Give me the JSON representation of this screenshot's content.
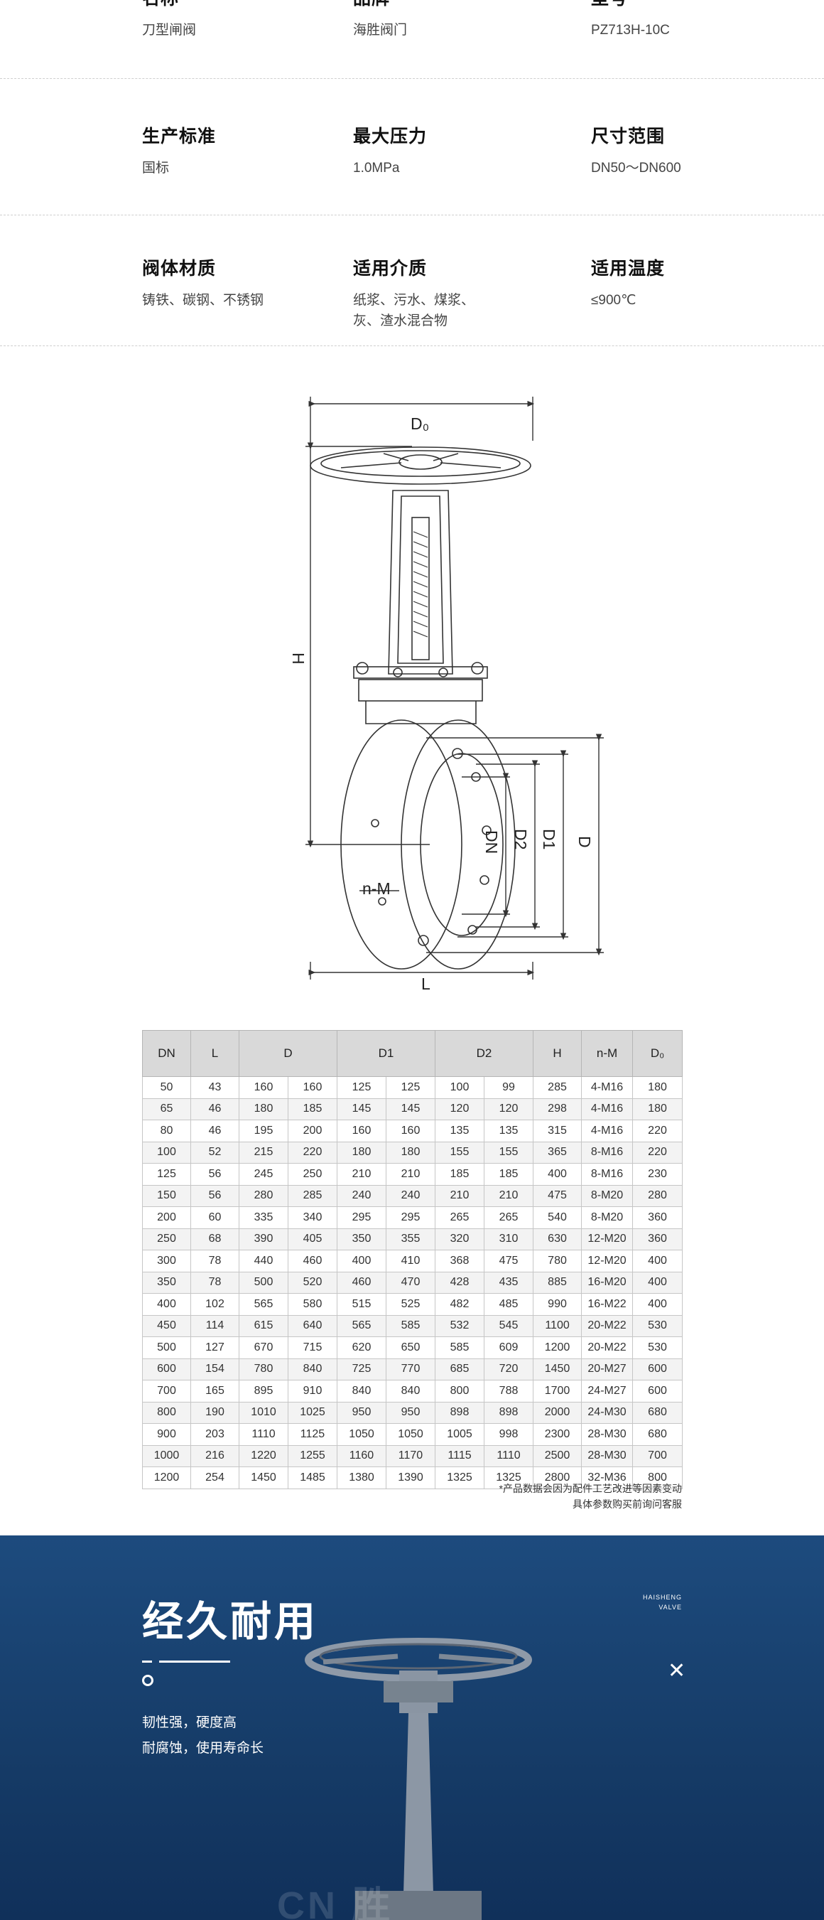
{
  "specs": {
    "row1": [
      {
        "title": "名称",
        "value": "刀型闸阀"
      },
      {
        "title": "品牌",
        "value": "海胜阀门"
      },
      {
        "title": "型号",
        "value": "PZ713H-10C"
      }
    ],
    "row2": [
      {
        "title": "生产标准",
        "value": "国标"
      },
      {
        "title": "最大压力",
        "value": "1.0MPa"
      },
      {
        "title": "尺寸范围",
        "value": "DN50～DN600"
      }
    ],
    "row3": [
      {
        "title": "阀体材质",
        "value": "铸铁、碳钢、不锈钢"
      },
      {
        "title": "适用介质",
        "value_line1": "纸浆、污水、煤浆、",
        "value_line2": "灰、渣水混合物"
      },
      {
        "title": "适用温度",
        "value": "≤900℃"
      }
    ]
  },
  "diagram": {
    "labels": {
      "d0": "D₀",
      "h": "H",
      "dn": "DN",
      "d2": "D2",
      "d1": "D1",
      "d": "D",
      "nm": "n-M",
      "l": "L"
    }
  },
  "table": {
    "headers": [
      "DN",
      "L",
      "D",
      "D1",
      "D2",
      "H",
      "n-M",
      "D₀"
    ],
    "rows": [
      [
        "50",
        "43",
        "160",
        "160",
        "125",
        "125",
        "100",
        "99",
        "285",
        "4-M16",
        "180"
      ],
      [
        "65",
        "46",
        "180",
        "185",
        "145",
        "145",
        "120",
        "120",
        "298",
        "4-M16",
        "180"
      ],
      [
        "80",
        "46",
        "195",
        "200",
        "160",
        "160",
        "135",
        "135",
        "315",
        "4-M16",
        "220"
      ],
      [
        "100",
        "52",
        "215",
        "220",
        "180",
        "180",
        "155",
        "155",
        "365",
        "8-M16",
        "220"
      ],
      [
        "125",
        "56",
        "245",
        "250",
        "210",
        "210",
        "185",
        "185",
        "400",
        "8-M16",
        "230"
      ],
      [
        "150",
        "56",
        "280",
        "285",
        "240",
        "240",
        "210",
        "210",
        "475",
        "8-M20",
        "280"
      ],
      [
        "200",
        "60",
        "335",
        "340",
        "295",
        "295",
        "265",
        "265",
        "540",
        "8-M20",
        "360"
      ],
      [
        "250",
        "68",
        "390",
        "405",
        "350",
        "355",
        "320",
        "310",
        "630",
        "12-M20",
        "360"
      ],
      [
        "300",
        "78",
        "440",
        "460",
        "400",
        "410",
        "368",
        "475",
        "780",
        "12-M20",
        "400"
      ],
      [
        "350",
        "78",
        "500",
        "520",
        "460",
        "470",
        "428",
        "435",
        "885",
        "16-M20",
        "400"
      ],
      [
        "400",
        "102",
        "565",
        "580",
        "515",
        "525",
        "482",
        "485",
        "990",
        "16-M22",
        "400"
      ],
      [
        "450",
        "114",
        "615",
        "640",
        "565",
        "585",
        "532",
        "545",
        "1100",
        "20-M22",
        "530"
      ],
      [
        "500",
        "127",
        "670",
        "715",
        "620",
        "650",
        "585",
        "609",
        "1200",
        "20-M22",
        "530"
      ],
      [
        "600",
        "154",
        "780",
        "840",
        "725",
        "770",
        "685",
        "720",
        "1450",
        "20-M27",
        "600"
      ],
      [
        "700",
        "165",
        "895",
        "910",
        "840",
        "840",
        "800",
        "788",
        "1700",
        "24-M27",
        "600"
      ],
      [
        "800",
        "190",
        "1010",
        "1025",
        "950",
        "950",
        "898",
        "898",
        "2000",
        "24-M30",
        "680"
      ],
      [
        "900",
        "203",
        "1110",
        "1125",
        "1050",
        "1050",
        "1005",
        "998",
        "2300",
        "28-M30",
        "680"
      ],
      [
        "1000",
        "216",
        "1220",
        "1255",
        "1160",
        "1170",
        "1115",
        "1110",
        "2500",
        "28-M30",
        "700"
      ],
      [
        "1200",
        "254",
        "1450",
        "1485",
        "1380",
        "1390",
        "1325",
        "1325",
        "2800",
        "32-M36",
        "800"
      ]
    ],
    "note_line1": "*产品数据会因为配件工艺改进等因素变动",
    "note_line2": "具体参数购买前询问客服"
  },
  "banner": {
    "title": "经久耐用",
    "brand_line1": "HAISHENG",
    "brand_line2": "VALVE",
    "feature_line1": "韧性强，硬度高",
    "feature_line2": "耐腐蚀，使用寿命长",
    "close_symbol": "✕",
    "watermark": "CN 胜"
  }
}
